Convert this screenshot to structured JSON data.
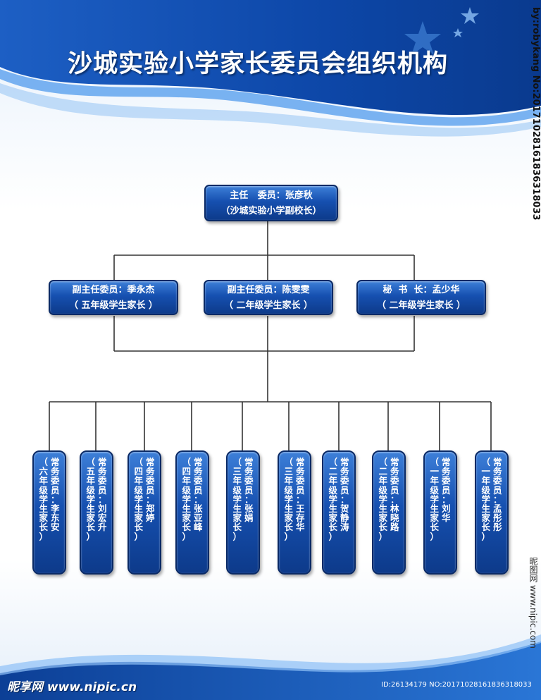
{
  "header": {
    "title": "沙城实验小学家长委员会组织机构"
  },
  "chairman": {
    "line1": "主任   委员：张彦秋",
    "line2": "（沙城实验小学副校长）"
  },
  "vice_row": [
    {
      "line1": "副主任委员：季永杰",
      "line2": "（ 五年级学生家长 ）"
    },
    {
      "line1": "副主任委员：陈雯雯",
      "line2": "（ 二年级学生家长 ）"
    },
    {
      "line1": "秘  书  长：孟少华",
      "line2": "（ 二年级学生家长 ）"
    }
  ],
  "members": [
    {
      "role": "常务委员：李东安",
      "grade": "（六年级学生家长）"
    },
    {
      "role": "常务委员：刘宏升",
      "grade": "（五年级学生家长）"
    },
    {
      "role": "常务委员：郑婷",
      "grade": "（四年级学生家长）"
    },
    {
      "role": "常务委员：张亚峰",
      "grade": "（四年级学生家长）"
    },
    {
      "role": "常务委员：张娟",
      "grade": "（三年级学生家长）"
    },
    {
      "role": "常务委员：王存华",
      "grade": "（三年级学生家长）"
    },
    {
      "role": "常务委员：贺静涛",
      "grade": "（二年级学生家长）"
    },
    {
      "role": "常务委员：林晓路",
      "grade": "（二年级学生家长）"
    },
    {
      "role": "常务委员：刘华",
      "grade": "（一年级学生家长）"
    },
    {
      "role": "常务委员：孟彤彤",
      "grade": "（一年级学生家长）"
    }
  ],
  "watermark": {
    "side_id": "by:robykang No:20171028161836318033",
    "side_site": "昵图网 www.nipic.com",
    "footer_logo": "昵享网 www.nipic.cn",
    "footer_id": "ID:26134179 NO:20171028161836318033"
  }
}
